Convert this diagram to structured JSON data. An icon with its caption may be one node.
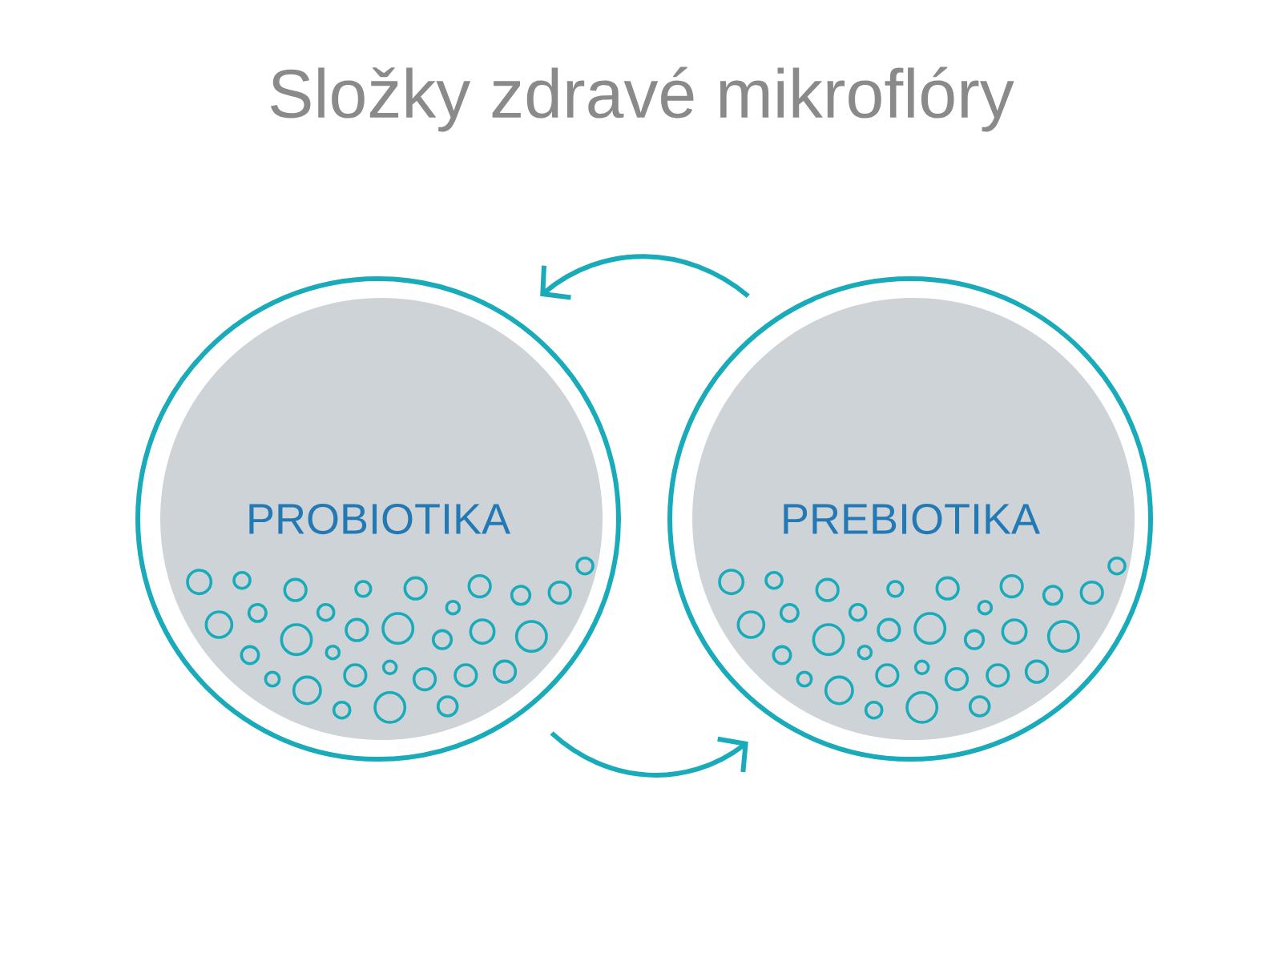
{
  "diagram": {
    "title": "Složky zdravé mikroflóry",
    "nodes": [
      {
        "text": [
          "PROBIOTIKA"
        ]
      },
      {
        "text": [
          "PREBIOTIKA"
        ]
      }
    ],
    "edges": [
      {
        "from": 1,
        "to": 0,
        "arrow": "to"
      },
      {
        "from": 0,
        "to": 1,
        "arrow": "to"
      }
    ]
  }
}
